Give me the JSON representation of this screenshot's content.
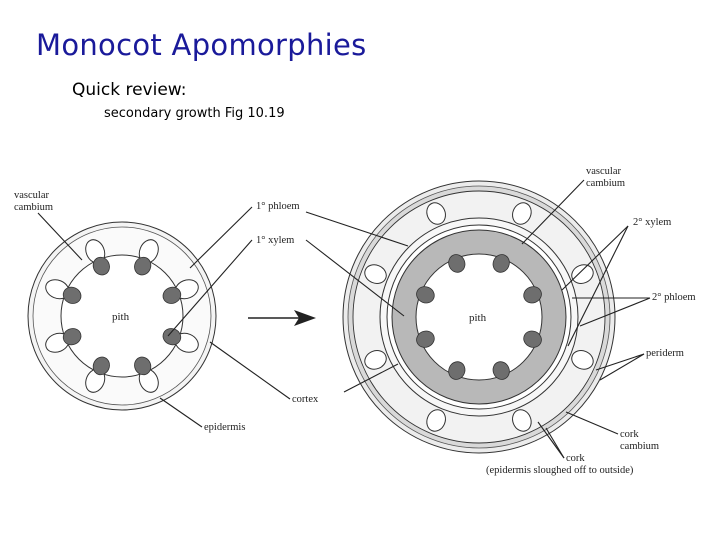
{
  "slide": {
    "title": "Monocot Apomorphies",
    "subtitle": "Quick review:",
    "caption": "secondary growth Fig 10.19"
  },
  "left_diagram": {
    "labels": {
      "vascular_cambium_line1": "vascular",
      "vascular_cambium_line2": "cambium",
      "primary_phloem": "1° phloem",
      "primary_xylem": "1° xylem",
      "pith": "pith",
      "cortex": "cortex",
      "epidermis": "epidermis"
    }
  },
  "right_diagram": {
    "labels": {
      "vascular_cambium_line1": "vascular",
      "vascular_cambium_line2": "cambium",
      "secondary_xylem": "2° xylem",
      "secondary_phloem": "2° phloem",
      "pith": "pith",
      "periderm": "periderm",
      "cork_cambium_line1": "cork",
      "cork_cambium_line2": "cambium",
      "cork": "cork",
      "cork_note": "(epidermis sloughed off to outside)"
    }
  },
  "colors": {
    "title": "#1a1a9a",
    "xylem_fill": "#6e6e6e",
    "secondary_xylem_fill": "#b8b8b8",
    "phloem_fill": "#ffffff",
    "tissue_fill": "#f4f4f4",
    "outline": "#333333"
  }
}
